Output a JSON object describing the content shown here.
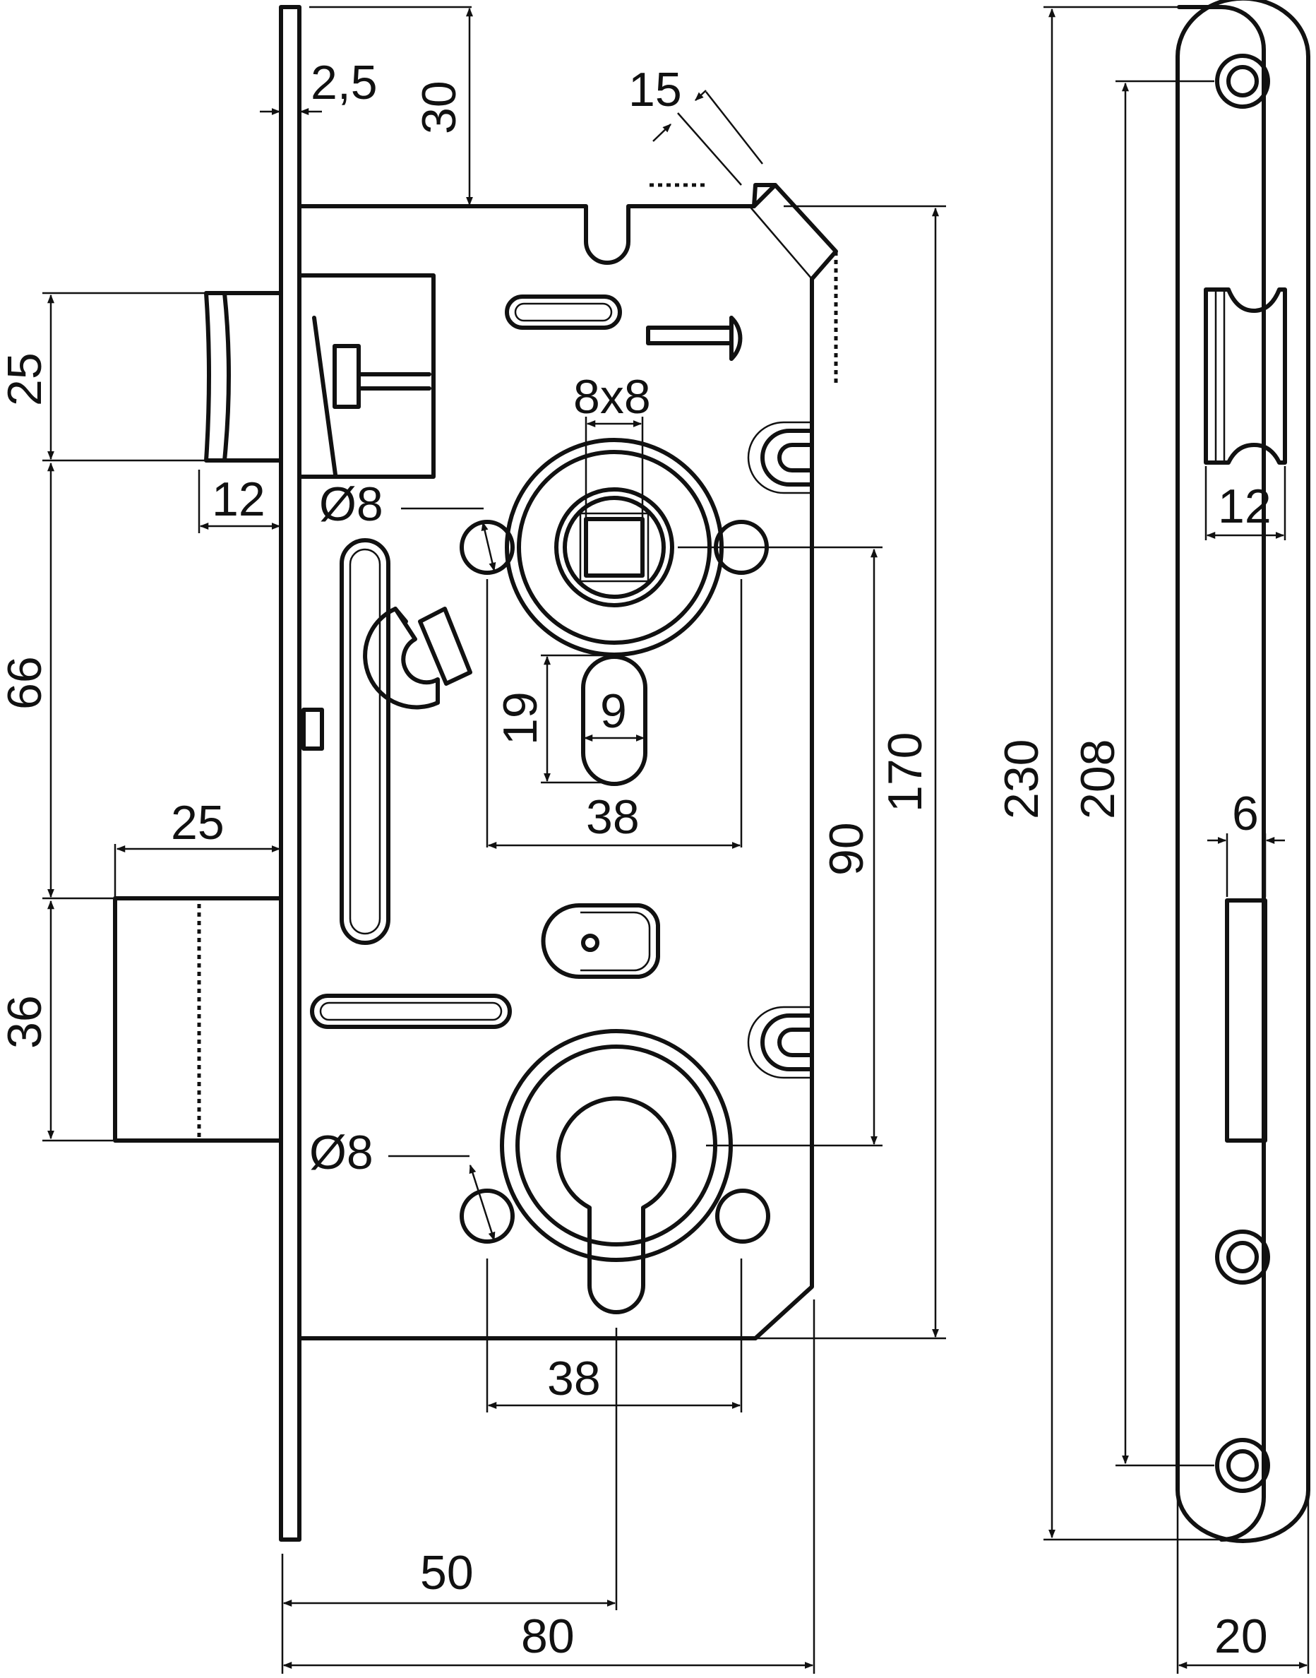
{
  "labels": {
    "faceplate_thickness": "2,5",
    "top_offset": "30",
    "bevel_angle": "15",
    "latch_height": "25",
    "latch_projection": "12",
    "upper_hole_dia": "Ø8",
    "spindle_square": "8x8",
    "spindle_slot_height": "19",
    "spindle_slot_width": "9",
    "upper_hole_spacing": "38",
    "latch_to_bolt": "66",
    "bolt_projection": "25",
    "bolt_height": "36",
    "centre_distance": "90",
    "body_height": "170",
    "lower_hole_dia": "Ø8",
    "lower_hole_spacing": "38",
    "backset": "50",
    "body_depth": "80",
    "faceplate_length": "230",
    "strike_screw_spacing": "208",
    "strike_latch_width": "12",
    "strike_bolt_width": "6",
    "strike_width": "20"
  }
}
